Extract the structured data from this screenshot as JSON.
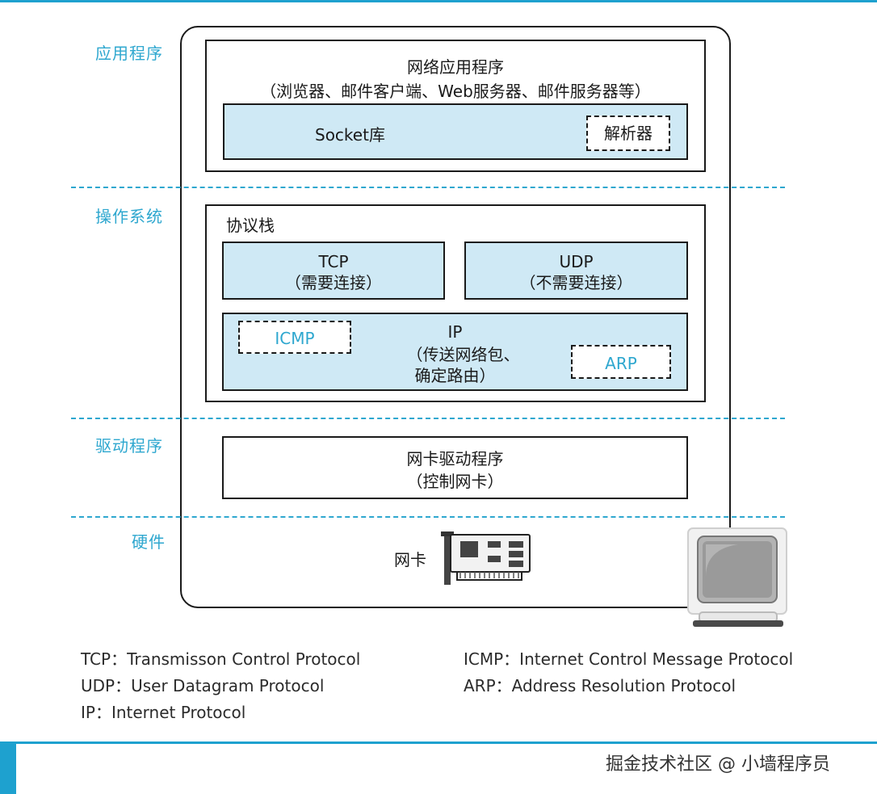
{
  "layers": {
    "application": "应用程序",
    "os": "操作系统",
    "driver": "驱动程序",
    "hardware": "硬件"
  },
  "app_box": {
    "title": "网络应用程序",
    "subtitle": "（浏览器、邮件客户端、Web服务器、邮件服务器等）",
    "socket_label": "Socket库",
    "resolver_label": "解析器"
  },
  "protocol_stack": {
    "title": "协议栈",
    "tcp_name": "TCP",
    "tcp_desc": "（需要连接）",
    "udp_name": "UDP",
    "udp_desc": "（不需要连接）",
    "ip_name": "IP",
    "ip_desc_line1": "（传送网络包、",
    "ip_desc_line2": "确定路由）",
    "icmp_label": "ICMP",
    "arp_label": "ARP"
  },
  "driver_box": {
    "title": "网卡驱动程序",
    "subtitle": "（控制网卡）"
  },
  "hardware": {
    "nic_label": "网卡"
  },
  "legend": {
    "tcp": "TCP：Transmisson Control Protocol",
    "udp": "UDP：User Datagram Protocol",
    "ip": "IP：Internet Protocol",
    "icmp": "ICMP：Internet Control Message Protocol",
    "arp": "ARP：Address Resolution Protocol"
  },
  "watermark": "掘金技术社区 @ 小墙程序员",
  "colors": {
    "accent": "#2ea7cf",
    "box_fill": "#cfe9f5"
  }
}
